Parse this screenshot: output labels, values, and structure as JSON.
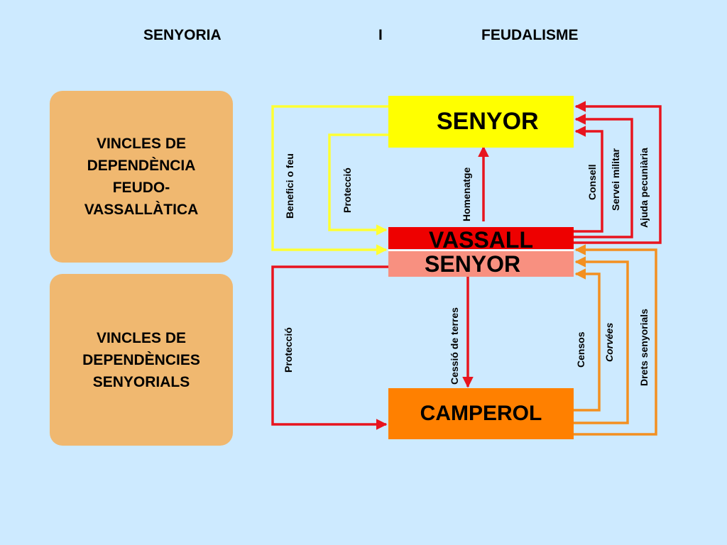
{
  "title": {
    "left": "SENYORIA",
    "mid": "I",
    "right": "FEUDALISME"
  },
  "boxes": {
    "feudo": [
      "VINCLES DE",
      "DEPENDÈNCIA",
      "FEUDO-",
      "VASSALLÀTICA"
    ],
    "senyorials": [
      "VINCLES DE",
      "DEPENDÈNCIES",
      "SENYORIALS"
    ]
  },
  "nodes": {
    "senyor": "SENYOR",
    "vassall": "VASSALL",
    "senyor2": "SENYOR",
    "camperol": "CAMPEROL"
  },
  "labels": {
    "benefici": "Benefici o feu",
    "proteccio_top": "Protecció",
    "homenatge": "Homenatge",
    "consell": "Consell",
    "servei": "Servei militar",
    "ajuda": "Ajuda pecuniària",
    "proteccio_bottom": "Protecció",
    "cessio": "Cessió de terres",
    "censos": "Censos",
    "corvees": "Corvées",
    "drets": "Drets senyorials"
  },
  "colors": {
    "background": "#cdeaff",
    "side_box": "#f0b870",
    "senyor": "#ffff00",
    "vassall": "#ee0000",
    "senyor2": "#f89080",
    "camperol": "#ff8000",
    "yellow_arrow": "#ffff33",
    "red_arrow": "#e8141e",
    "orange_arrow": "#f39020"
  }
}
